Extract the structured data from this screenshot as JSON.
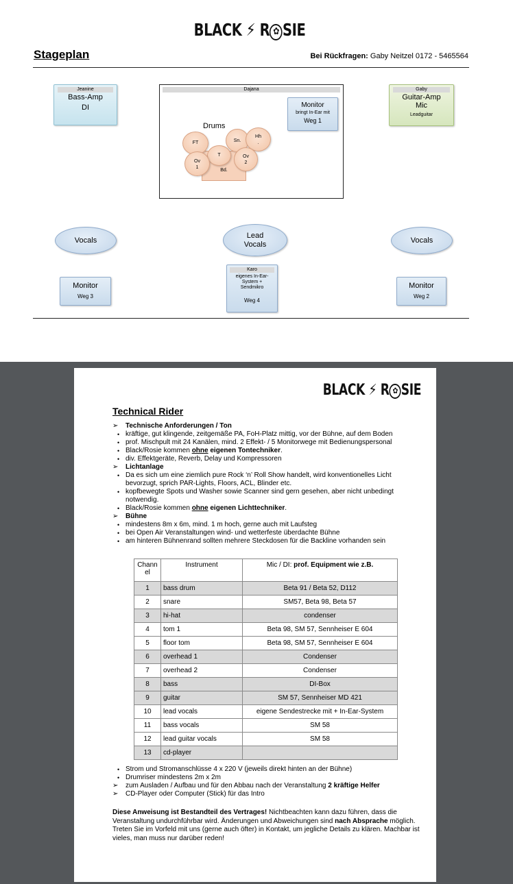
{
  "logo": {
    "left": "BLACK",
    "bolt": "⚡",
    "rose": "✿",
    "right": "SIE",
    "r": "R"
  },
  "stageplan": {
    "title": "Stageplan",
    "contact_label": "Bei Rückfragen:",
    "contact_value": "Gaby Neitzel 0172 - 5465564",
    "bass": {
      "name": "Jeanine",
      "line1": "Bass-Amp",
      "line2": "DI"
    },
    "drums": {
      "name": "Dajana",
      "label": "Drums",
      "ft": "FT",
      "sn": "Sn.",
      "hh": "Hh",
      "hh2": ".",
      "t": "T",
      "ov1a": "Ov",
      "ov1b": "1",
      "ov2a": "Ov",
      "ov2b": "2",
      "bd": "Bd.",
      "monitor_title": "Monitor",
      "monitor_note": "bringt In-Ear mit",
      "monitor_weg": "Weg 1"
    },
    "guitar": {
      "name": "Gaby",
      "line1": "Guitar-Amp",
      "line2": "Mic",
      "note": "Leadguitar"
    },
    "vocals_left": "Vocals",
    "lead_vocals_1": "Lead",
    "lead_vocals_2": "Vocals",
    "vocals_right": "Vocals",
    "monitor_left": {
      "title": "Monitor",
      "weg": "Weg 3"
    },
    "karo": {
      "name": "Karo",
      "line1": "eigenes In-Ear-",
      "line2": "System +",
      "line3": "Sendmikro",
      "weg": "Weg 4"
    },
    "monitor_right": {
      "title": "Monitor",
      "weg": "Weg 2"
    }
  },
  "rider": {
    "title": "Technical Rider",
    "sec_ton": "Technische Anforderungen / Ton",
    "ton": [
      "kräftige, gut klingende, zeitgemäße PA, FoH-Platz mittig, vor der Bühne, auf dem Boden",
      "prof. Mischpult mit 24 Kanälen, mind. 2 Effekt- / 5 Monitorwege mit Bedienungspersonal"
    ],
    "ton_tech_a": "Black/Rosie kommen ",
    "ton_tech_b": "ohne",
    "ton_tech_c": " eigenen Tontechniker",
    "ton_tech_d": ".",
    "ton_fx": "div. Effektgeräte, Reverb, Delay und Kompressoren",
    "sec_licht": "Lichtanlage",
    "licht": [
      "Da es sich um eine ziemlich pure Rock ‘n’ Roll Show handelt, wird konventionelles Licht bevorzugt, sprich PAR-Lights, Floors, ACL, Blinder etc.",
      "kopfbewegte Spots und Washer sowie Scanner sind gern gesehen, aber nicht unbedingt notwendig."
    ],
    "licht_tech_a": "Black/Rosie kommen ",
    "licht_tech_b": "ohne",
    "licht_tech_c": " eigenen Lichttechniker",
    "licht_tech_d": ".",
    "sec_buehne": "Bühne",
    "buehne": [
      "mindestens 8m x 6m, mind. 1 m hoch, gerne auch mit Laufsteg",
      "bei Open Air Veranstaltungen wind- und wetterfeste überdachte Bühne",
      "am hinteren Bühnenrand sollten mehrere Steckdosen für die Backline vorhanden sein"
    ]
  },
  "channels": {
    "head_ch_1": "Chann",
    "head_ch_2": "el",
    "head_instrument": "Instrument",
    "head_mic_a": "Mic / DI: ",
    "head_mic_b": "prof. Equipment wie z.B.",
    "rows": [
      {
        "n": "1",
        "i": "bass drum",
        "m": "Beta 91 / Beta 52, D112"
      },
      {
        "n": "2",
        "i": "snare",
        "m": "SM57, Beta 98, Beta 57"
      },
      {
        "n": "3",
        "i": "hi-hat",
        "m": "condenser"
      },
      {
        "n": "4",
        "i": "tom 1",
        "m": "Beta 98, SM 57, Sennheiser E 604"
      },
      {
        "n": "5",
        "i": "floor tom",
        "m": "Beta 98, SM 57, Sennheiser E 604"
      },
      {
        "n": "6",
        "i": "overhead 1",
        "m": "Condenser"
      },
      {
        "n": "7",
        "i": "overhead 2",
        "m": "Condenser"
      },
      {
        "n": "8",
        "i": "bass",
        "m": "DI-Box"
      },
      {
        "n": "9",
        "i": "guitar",
        "m": "SM 57, Sennheiser MD 421"
      },
      {
        "n": "10",
        "i": "lead vocals",
        "m": "eigene Sendestrecke mit + In-Ear-System"
      },
      {
        "n": "11",
        "i": "bass vocals",
        "m": "SM 58"
      },
      {
        "n": "12",
        "i": "lead guitar vocals",
        "m": "SM 58"
      },
      {
        "n": "13",
        "i": "cd-player",
        "m": ""
      }
    ]
  },
  "after": {
    "strom": "Strom und Stromanschlüsse 4 x 220 V (jeweils direkt hinten an der Bühne)",
    "riser": "Drumriser mindestens 2m x 2m",
    "helfer_a": "zum Ausladen / Aufbau und für den Abbau nach der Veranstaltung ",
    "helfer_b": "2 kräftige Helfer",
    "cd": "CD-Player oder Computer (Stick) für das Intro"
  },
  "closing": {
    "bold1": "Diese Anweisung ist Bestandteil des Vertrages!",
    "text1": " Nichtbeachten kann dazu führen, dass die Veranstaltung undurchführbar wird. Änderungen und Abweichungen sind ",
    "bold2": "nach Absprache",
    "text2": " möglich. Treten Sie im Vorfeld mit uns (gerne auch öfter) in Kontakt, um jegliche Details zu klären. Machbar ist vieles, man muss nur darüber reden!"
  }
}
